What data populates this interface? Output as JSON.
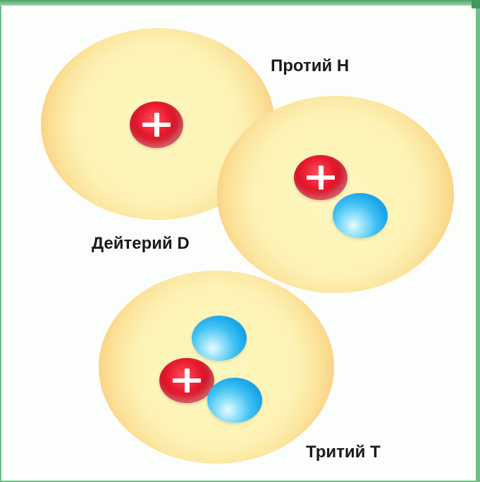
{
  "labels": {
    "protium": "Протий Н",
    "deuterium": "Дейтерий D",
    "tritium": "Тритий Т"
  },
  "atoms": [
    {
      "name": "protium",
      "protons": 1,
      "neutrons": 0
    },
    {
      "name": "deuterium",
      "protons": 1,
      "neutrons": 1
    },
    {
      "name": "tritium",
      "protons": 1,
      "neutrons": 2
    }
  ],
  "colors": {
    "proton": "#e8192e",
    "neutron": "#1aa7ea",
    "electron_cloud": "#fdf3b6",
    "frame": "#6fbf8a"
  }
}
